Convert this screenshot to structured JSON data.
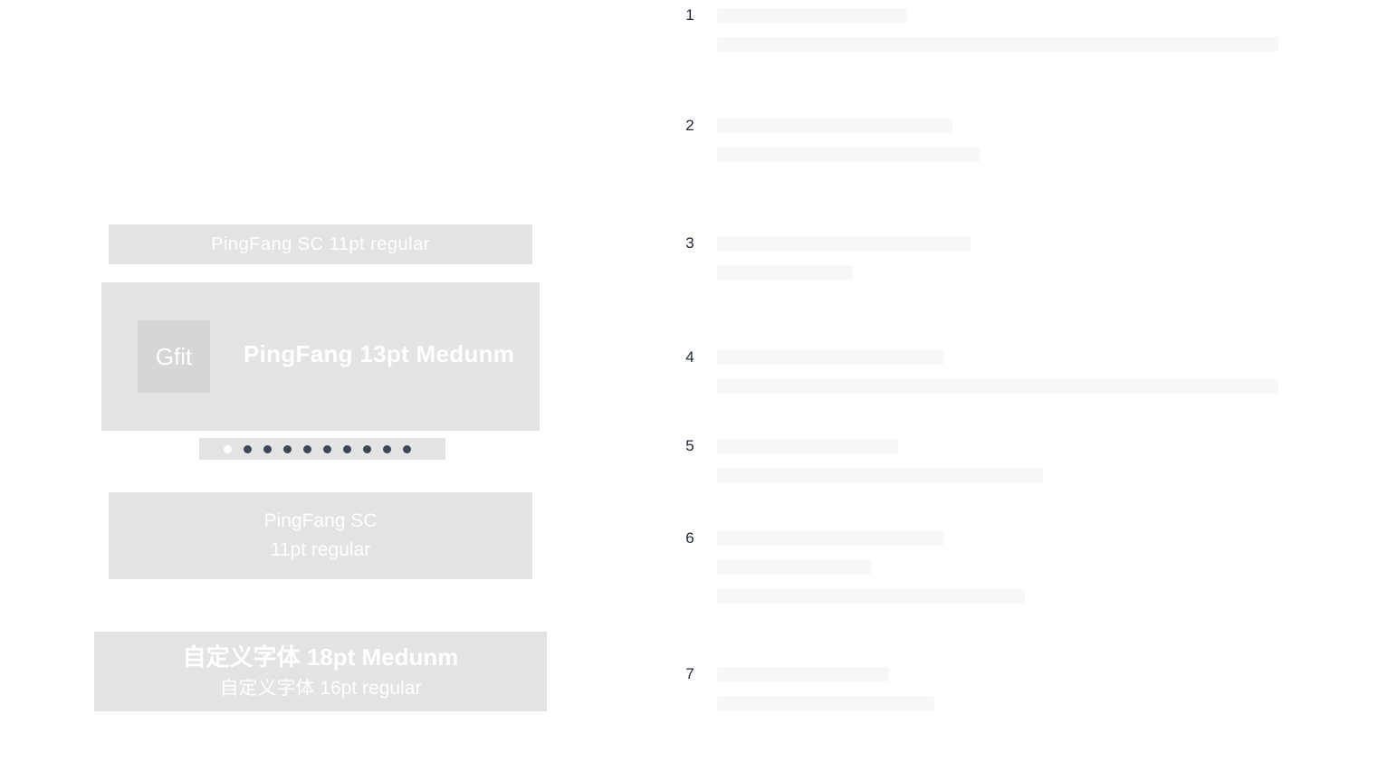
{
  "title_bar": {
    "label": "PingFang SC 11pt regular"
  },
  "header_card": {
    "logo": "Gfit",
    "text": "PingFang 13pt Medunm"
  },
  "pager": {
    "count": 10,
    "active_index": 0
  },
  "desc_box": {
    "line1": "PingFang SC",
    "line2": "11pt regular"
  },
  "custom_box": {
    "title": "自定义字体 18pt Medunm",
    "subtitle": "自定义字体 16pt regular"
  },
  "notes": [
    {
      "num": "1"
    },
    {
      "num": "2"
    },
    {
      "num": "3"
    },
    {
      "num": "4"
    },
    {
      "num": "5"
    },
    {
      "num": "6"
    },
    {
      "num": "7"
    }
  ]
}
